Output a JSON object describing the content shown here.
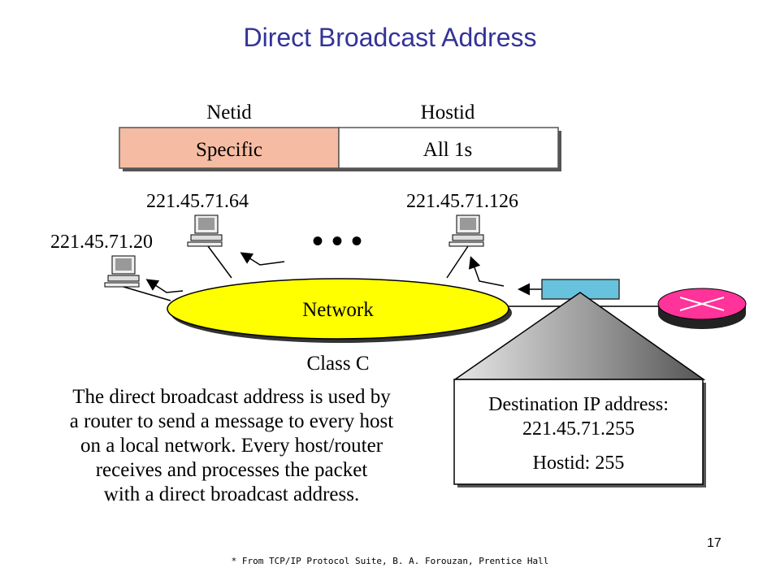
{
  "slide": {
    "title": "Direct Broadcast Address",
    "page_number": "17",
    "footnote": "* From TCP/IP Protocol Suite, B. A. Forouzan, Prentice Hall"
  },
  "address_format": {
    "netid_header": "Netid",
    "hostid_header": "Hostid",
    "netid_value": "Specific",
    "hostid_value": "All 1s",
    "netid_color": "#f6bca3"
  },
  "network": {
    "label": "Network",
    "class_label": "Class C",
    "fill_color": "#ffff00",
    "ellipsis": "• • •"
  },
  "hosts": [
    {
      "ip": "221.45.71.20"
    },
    {
      "ip": "221.45.71.64"
    },
    {
      "ip": "221.45.71.126"
    }
  ],
  "packet": {
    "color": "#66c2dd",
    "dest_label": "Destination IP address:",
    "dest_ip": "221.45.71.255",
    "hostid_line": "Hostid: 255"
  },
  "router": {
    "color": "#ff3399"
  },
  "description": [
    "The direct broadcast address is used by",
    "a router to send a message to every host",
    "on a local network. Every host/router",
    "receives and processes the packet",
    "with a direct broadcast address."
  ]
}
